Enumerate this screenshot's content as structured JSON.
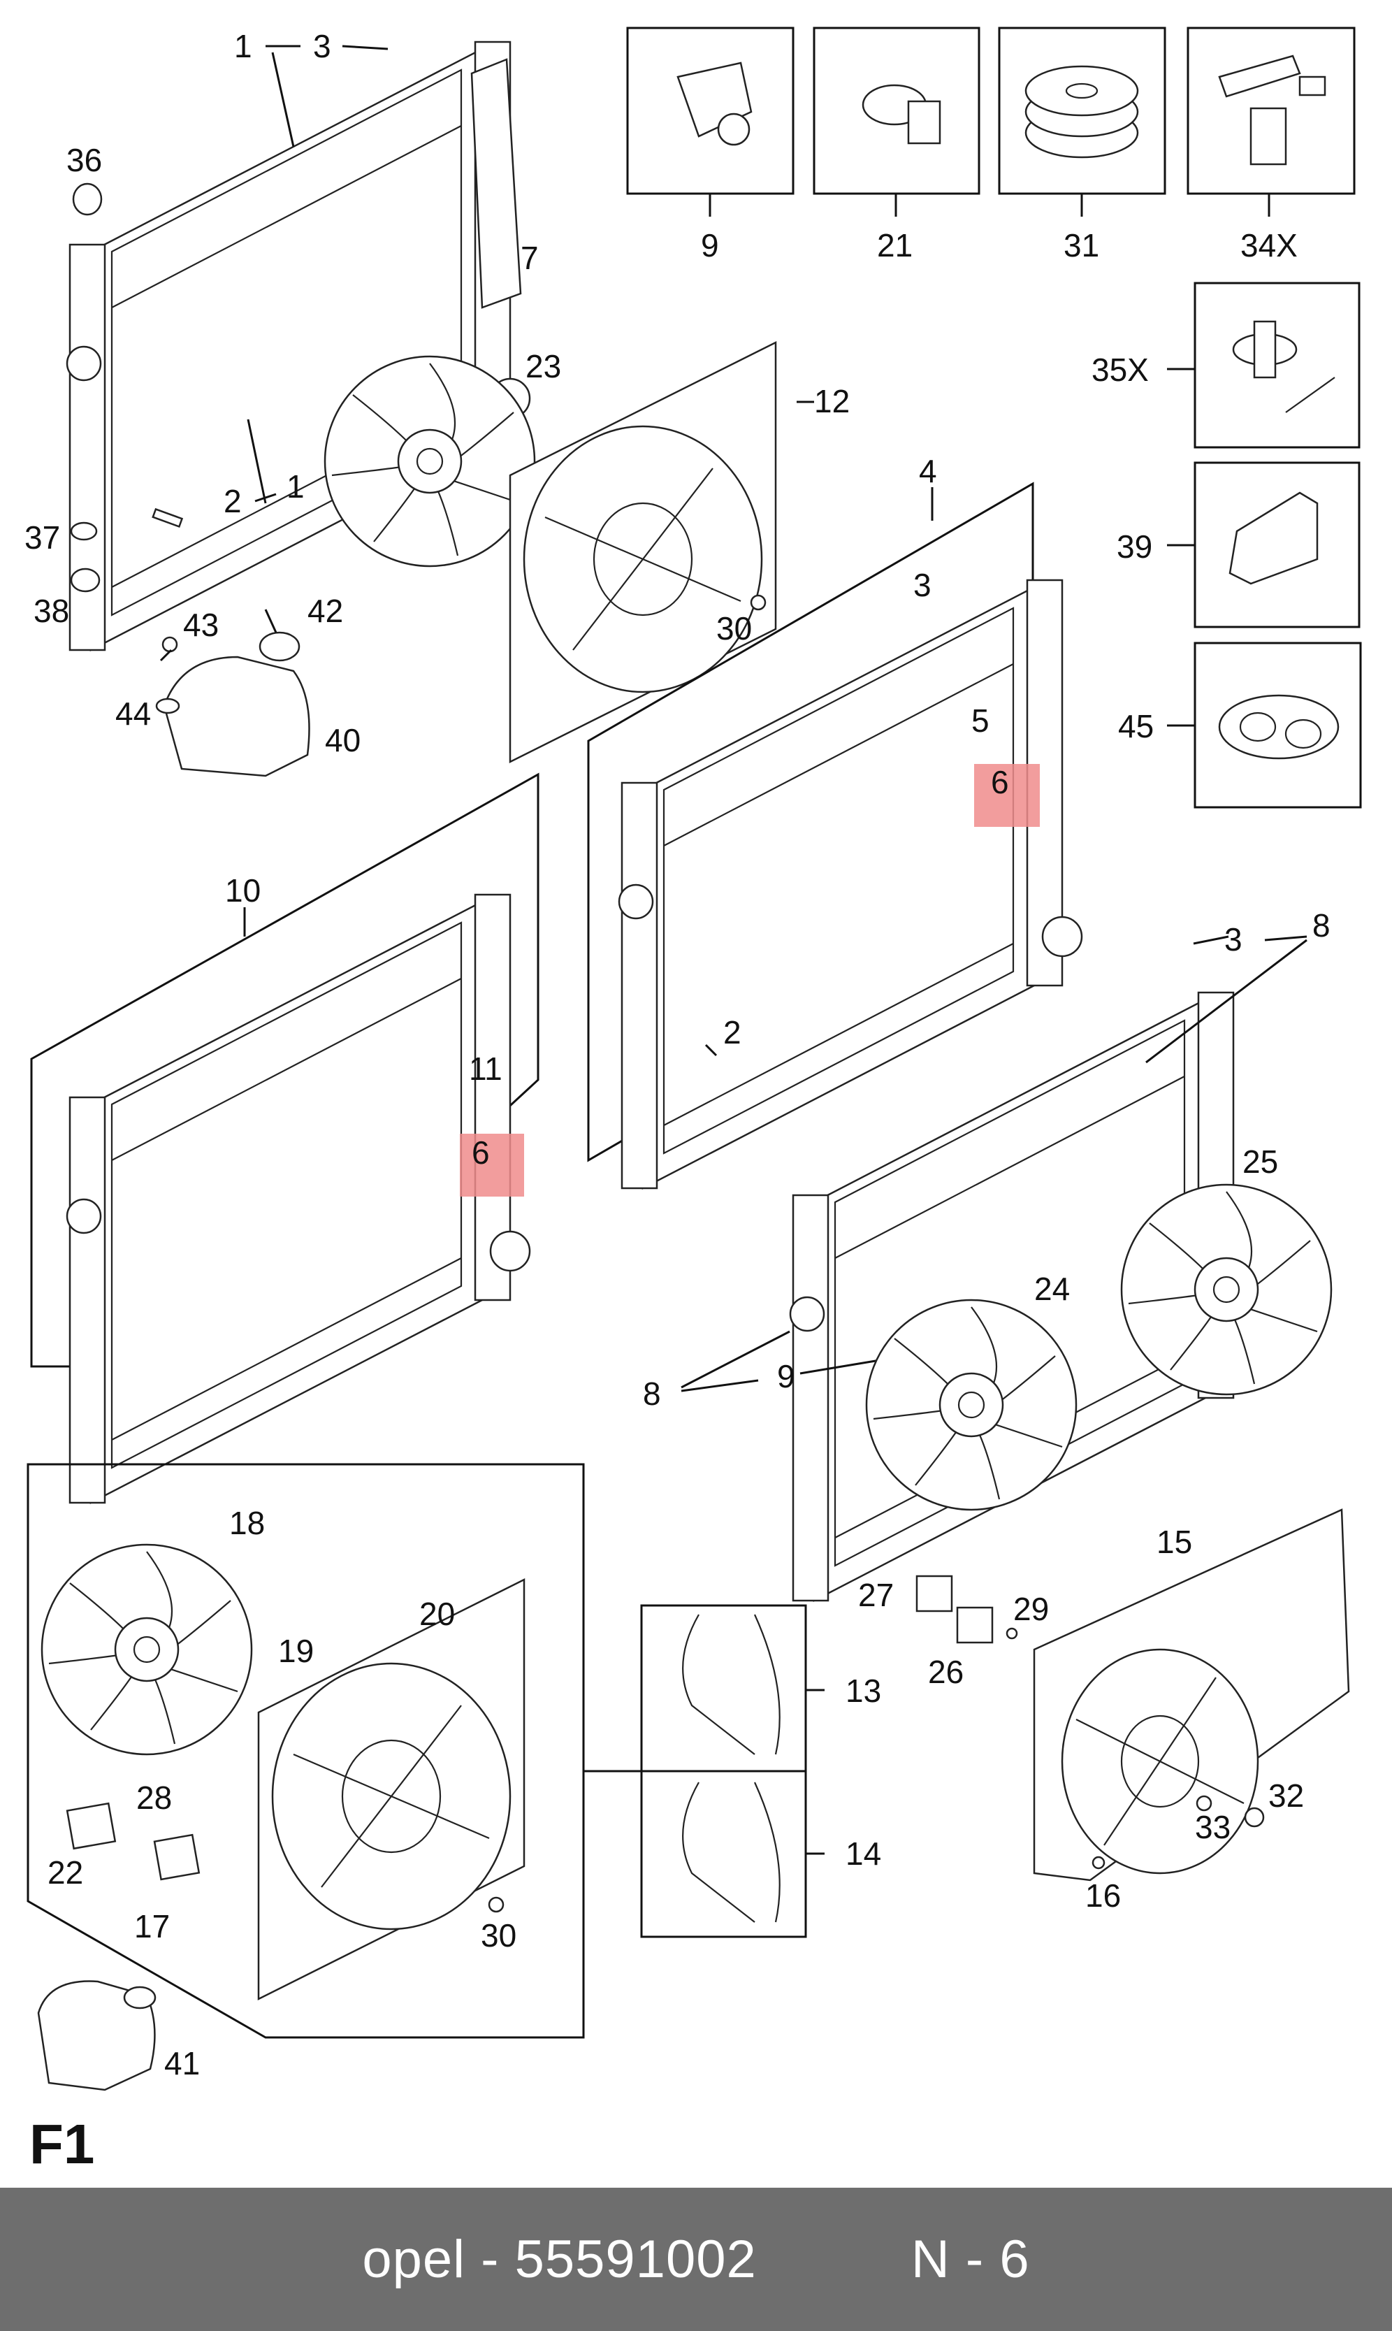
{
  "section_label": "F1",
  "footer": {
    "brand_part": "opel - 55591002",
    "ref": "N - 6"
  },
  "highlight_color": "#f08c8c",
  "callouts": {
    "c1a": "1",
    "c3a": "3",
    "c36": "36",
    "c7": "7",
    "c23": "23",
    "c2a": "2",
    "c1b": "1",
    "c37": "37",
    "c38": "38",
    "c43": "43",
    "c42": "42",
    "c44": "44",
    "c40": "40",
    "c9box": "9",
    "c21": "21",
    "c31": "31",
    "c34x": "34X",
    "c35x": "35X",
    "c39": "39",
    "c45": "45",
    "c12": "12",
    "c30a": "30",
    "c4": "4",
    "c3b": "3",
    "c5": "5",
    "c6a": "6",
    "c2b": "2",
    "c10": "10",
    "c11": "11",
    "c6b": "6",
    "c3c": "3",
    "c8a": "8",
    "c8b": "8",
    "c9b": "9",
    "c25": "25",
    "c24": "24",
    "c18": "18",
    "c19": "19",
    "c20": "20",
    "c28": "28",
    "c22": "22",
    "c17": "17",
    "c30b": "30",
    "c13": "13",
    "c14": "14",
    "c27": "27",
    "c29": "29",
    "c26": "26",
    "c15": "15",
    "c32": "32",
    "c33": "33",
    "c16": "16",
    "c41": "41"
  }
}
